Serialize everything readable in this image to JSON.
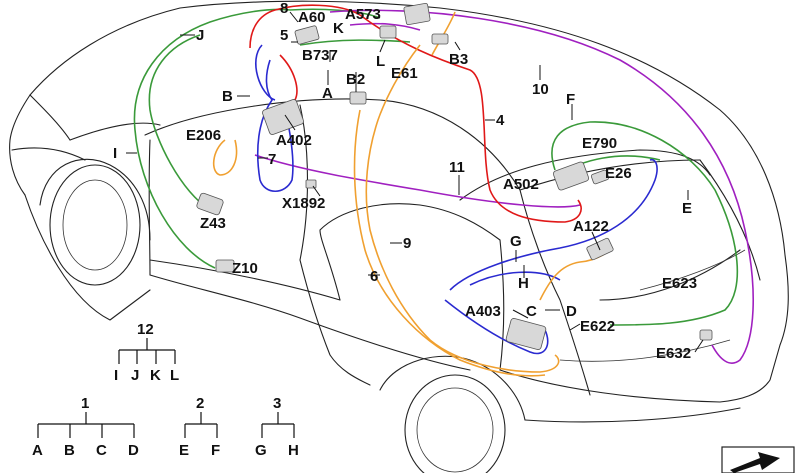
{
  "labels": {
    "n8": "8",
    "a60": "A60",
    "a573": "A573",
    "k": "K",
    "n5": "5",
    "j": "J",
    "b737": "B737",
    "b3": "B3",
    "b2": "B2",
    "l": "L",
    "e61": "E61",
    "a": "A",
    "n10": "10",
    "b": "B",
    "f": "F",
    "n4": "4",
    "a402": "A402",
    "e206": "E206",
    "n7": "7",
    "e790": "E790",
    "i": "I",
    "n11": "11",
    "e26": "E26",
    "a502": "A502",
    "x1892": "X1892",
    "z43": "Z43",
    "e": "E",
    "n9": "9",
    "a122": "A122",
    "g": "G",
    "z10": "Z10",
    "n6": "6",
    "h": "H",
    "e623": "E623",
    "a403": "A403",
    "c": "C",
    "d": "D",
    "e622": "E622",
    "e632": "E632"
  },
  "legend": {
    "group12": {
      "title": "12",
      "items": [
        "I",
        "J",
        "K",
        "L"
      ]
    },
    "group1": {
      "title": "1",
      "items": [
        "A",
        "B",
        "C",
        "D"
      ]
    },
    "group2": {
      "title": "2",
      "items": [
        "E",
        "F"
      ]
    },
    "group3": {
      "title": "3",
      "items": [
        "G",
        "H"
      ]
    }
  },
  "wire_colors": {
    "green": "#3a9a3a",
    "purple": "#a020c0",
    "red": "#e01818",
    "blue": "#2a2ad0",
    "orange": "#f0a030"
  }
}
